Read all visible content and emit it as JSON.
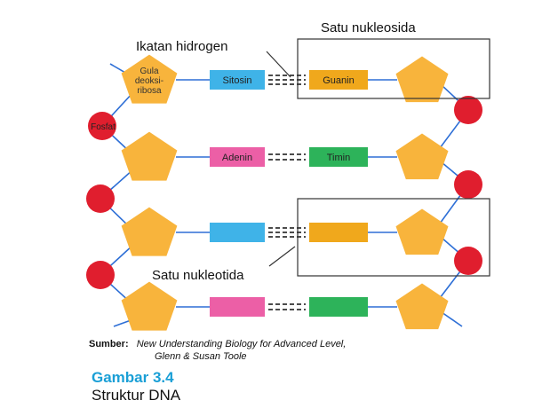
{
  "labels": {
    "hydrogen_bond": "Ikatan hidrogen",
    "nucleoside": "Satu nukleosida",
    "nucleotide": "Satu nukleotida"
  },
  "sugar_label": [
    "Gula",
    "deoksi-",
    "ribosa"
  ],
  "phosphate_label": "Fosfat",
  "rows": [
    {
      "left_base": "Sitosin",
      "right_base": "Guanin",
      "left_color": "#3fb3e8",
      "right_color": "#f0a81c",
      "bonds": 3
    },
    {
      "left_base": "Adenin",
      "right_base": "Timin",
      "left_color": "#ec5fa6",
      "right_color": "#2db35a",
      "bonds": 2
    },
    {
      "left_base": "",
      "right_base": "",
      "left_color": "#3fb3e8",
      "right_color": "#f0a81c",
      "bonds": 3
    },
    {
      "left_base": "",
      "right_base": "",
      "left_color": "#ec5fa6",
      "right_color": "#2db35a",
      "bonds": 2
    }
  ],
  "colors": {
    "sugar": "#f8b43c",
    "phosphate": "#e01e2e",
    "backbone": "#2e6fd6"
  },
  "source": {
    "prefix": "Sumber:",
    "line1": "New Understanding Biology for Advanced Level,",
    "line2": "Glenn & Susan Toole"
  },
  "figure": {
    "number": "Gambar 3.4",
    "title": "Struktur DNA"
  }
}
